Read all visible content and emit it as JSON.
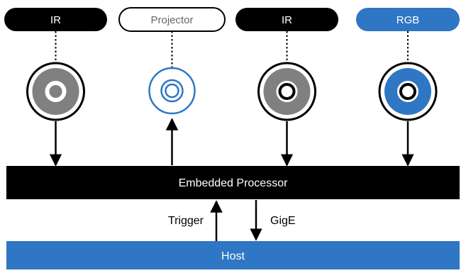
{
  "diagram": {
    "sensors": [
      {
        "label": "IR",
        "kind": "ir",
        "direction": "to-processor"
      },
      {
        "label": "Projector",
        "kind": "projector",
        "direction": "from-processor"
      },
      {
        "label": "IR",
        "kind": "ir",
        "direction": "to-processor"
      },
      {
        "label": "RGB",
        "kind": "rgb",
        "direction": "to-processor"
      }
    ],
    "processor": {
      "label": "Embedded Processor"
    },
    "host": {
      "label": "Host"
    },
    "links": {
      "trigger": {
        "label": "Trigger",
        "direction": "host-to-processor"
      },
      "gige": {
        "label": "GigE",
        "direction": "processor-to-host"
      }
    },
    "colors": {
      "black": "#000000",
      "blue": "#2f76c4",
      "gray": "#808080",
      "white": "#ffffff",
      "projector_label_text": "#666666"
    }
  }
}
